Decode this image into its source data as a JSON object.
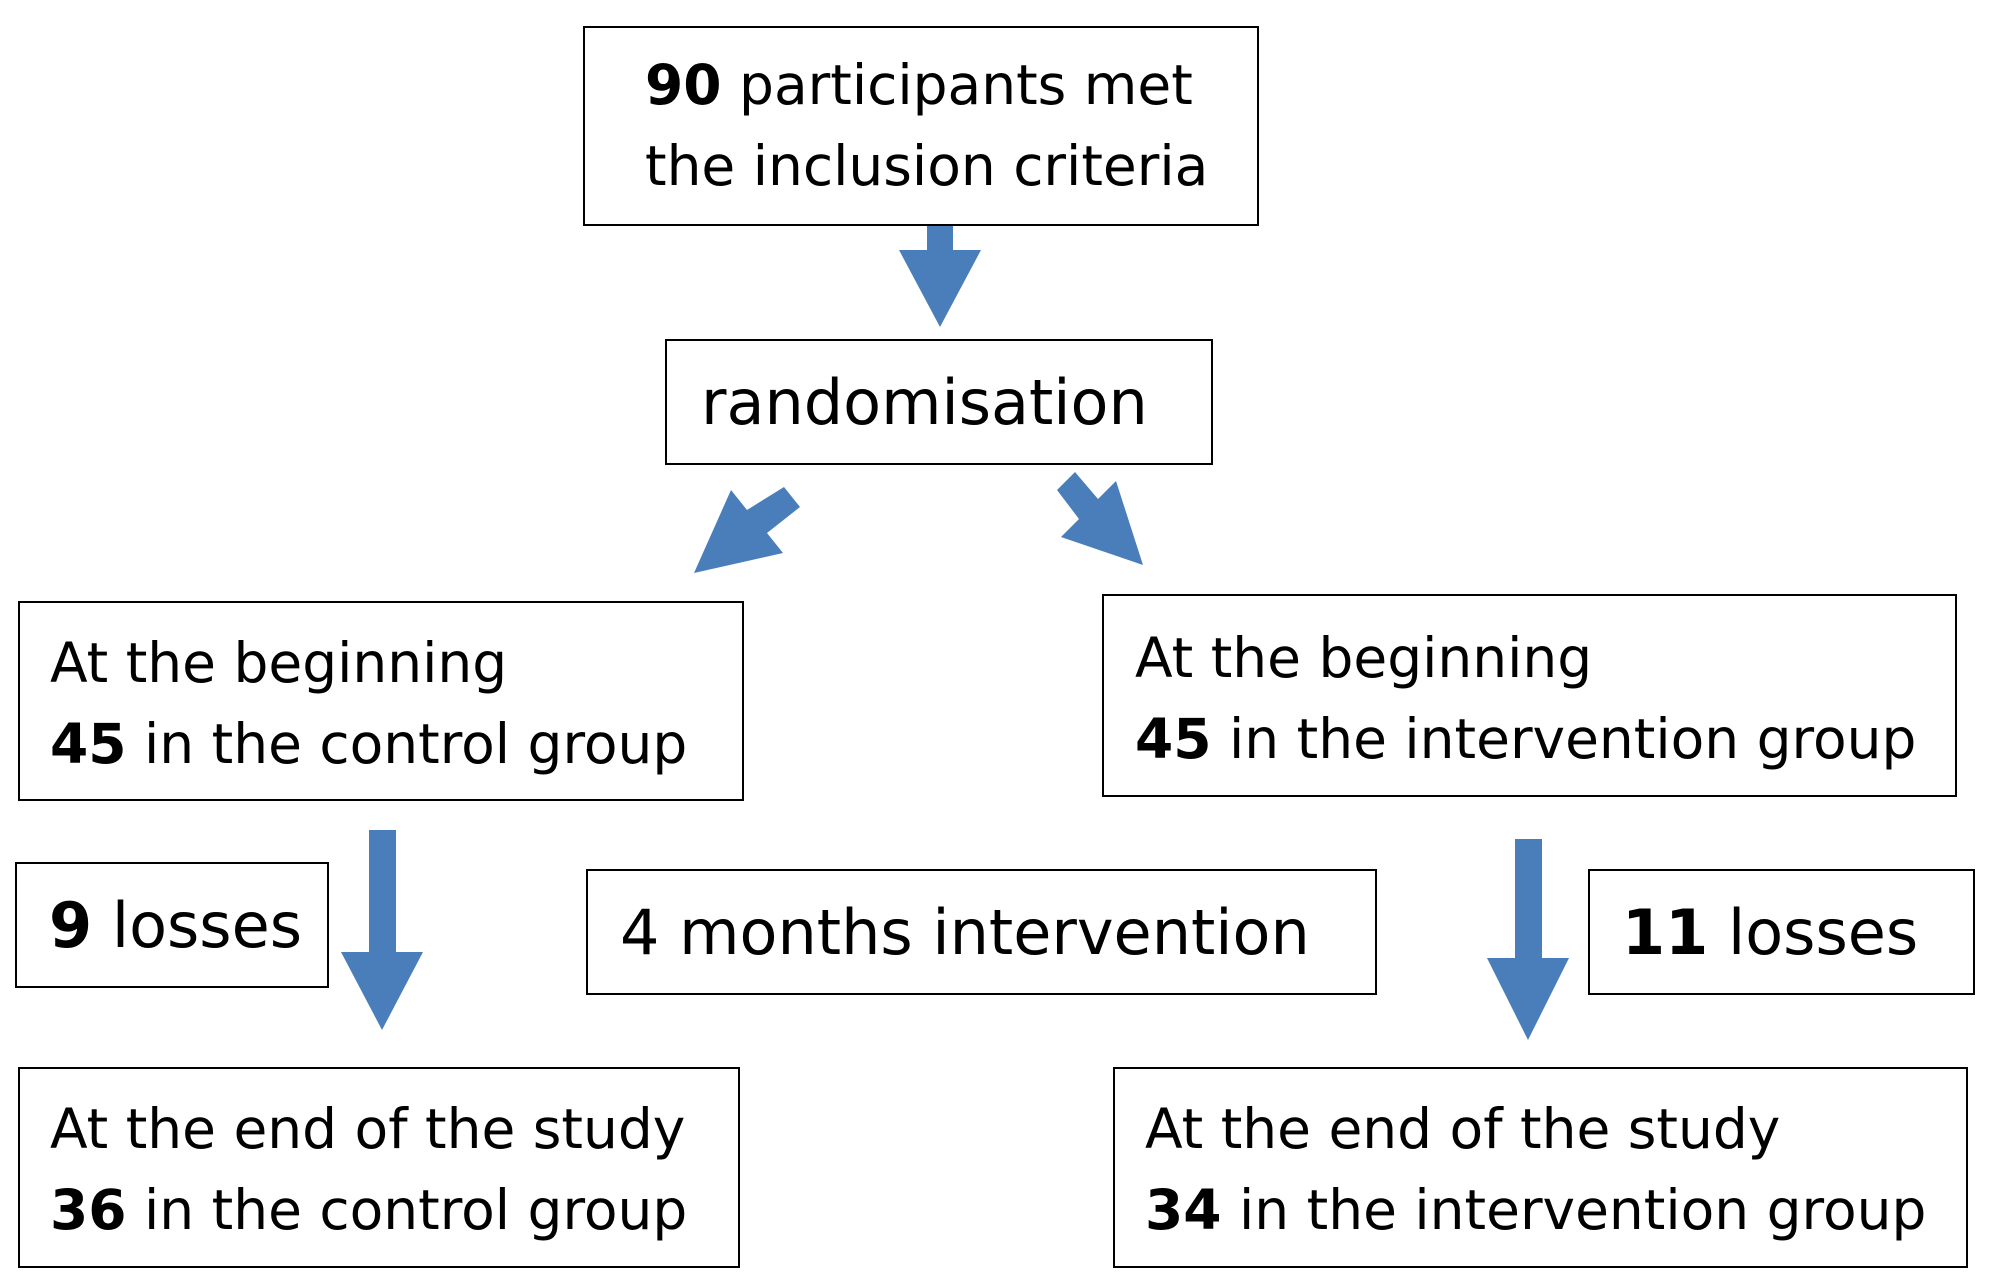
{
  "colors": {
    "arrow": "#4a7ebb",
    "border": "#000000",
    "text": "#000000"
  },
  "boxes": {
    "eligible": {
      "count": "90",
      "line1_rest": " participants  met",
      "line2": "the inclusion criteria"
    },
    "randomisation": {
      "label": "randomisation"
    },
    "control_start": {
      "line1": "At the beginning",
      "count": "45",
      "line2_rest": " in the control group"
    },
    "intervention_start": {
      "line1": "At the beginning",
      "count": "45",
      "line2_rest": " in the intervention group"
    },
    "control_losses": {
      "count": "9",
      "rest": " losses"
    },
    "intervention_period": {
      "label": "4 months intervention"
    },
    "intervention_losses": {
      "count": "11",
      "rest": " losses"
    },
    "control_end": {
      "line1": "At the end of the study",
      "count": "36",
      "line2_rest": " in the control group"
    },
    "intervention_end": {
      "line1": "At the end of the study",
      "count": "34",
      "line2_rest": " in the intervention group"
    }
  }
}
